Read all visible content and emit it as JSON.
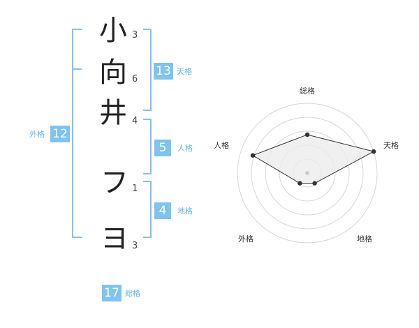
{
  "name": {
    "characters": [
      {
        "char": "小",
        "strokes": "3"
      },
      {
        "char": "向",
        "strokes": "6"
      },
      {
        "char": "井",
        "strokes": "4"
      },
      {
        "char": "フ",
        "strokes": "1"
      },
      {
        "char": "ヨ",
        "strokes": "3"
      }
    ]
  },
  "fortune": {
    "tenkaku": {
      "value": "13",
      "label": "天格"
    },
    "jinkaku": {
      "value": "5",
      "label": "人格"
    },
    "chikaku": {
      "value": "4",
      "label": "地格"
    },
    "gaikaku": {
      "value": "12",
      "label": "外格"
    },
    "soukaku": {
      "value": "17",
      "label": "総格"
    }
  },
  "colors": {
    "accent": "#7fc3ee",
    "accent_text": "#67b6e8",
    "radar_fill": "#ececec",
    "radar_stroke": "#333333"
  },
  "chart_data": {
    "type": "radar",
    "axes": [
      "総格",
      "天格",
      "地格",
      "外格",
      "人格"
    ],
    "values": [
      0.55,
      1.0,
      0.18,
      0.18,
      0.82
    ],
    "rings": 5
  }
}
